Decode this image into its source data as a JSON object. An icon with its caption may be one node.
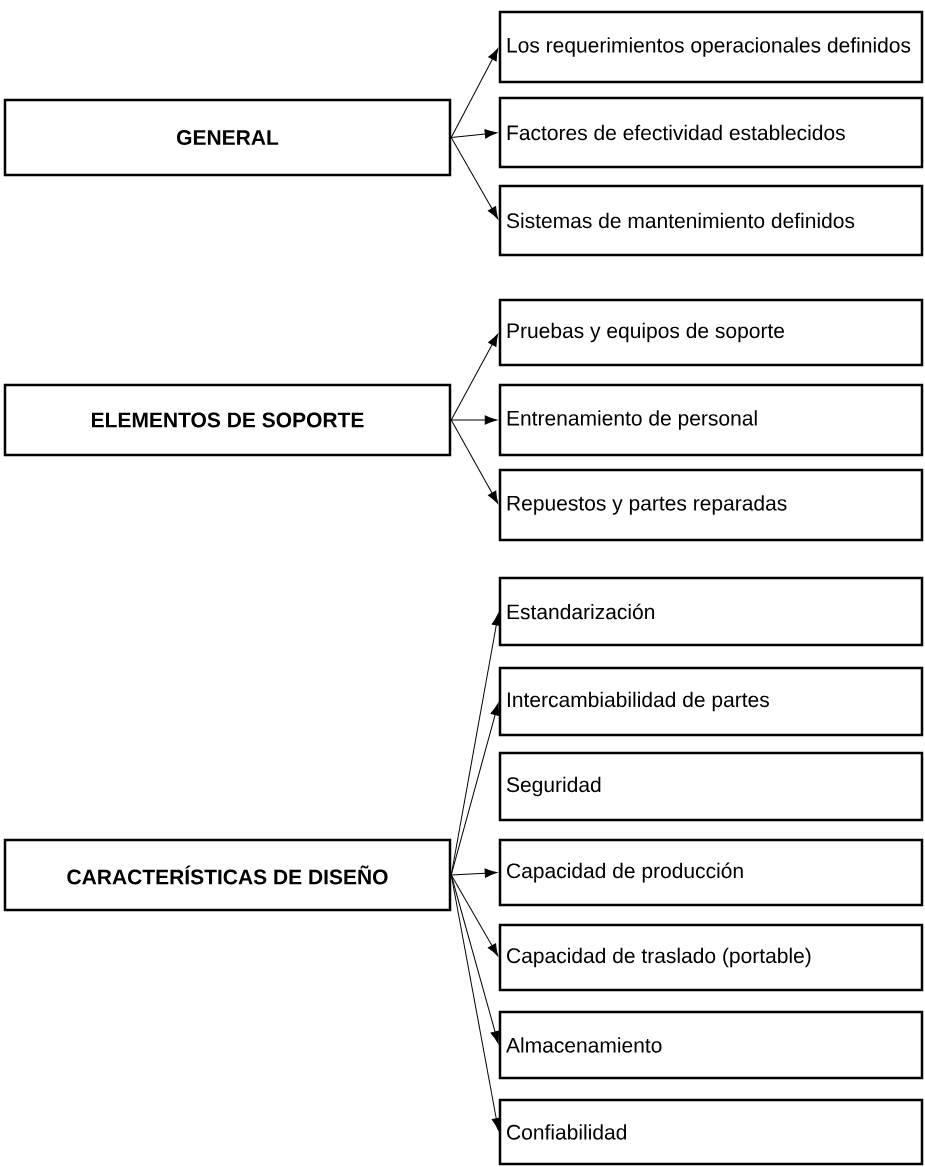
{
  "diagram": {
    "nodes": [
      {
        "text": [
          "GENERAL"
        ]
      },
      {
        "text": [
          "Los requerimientos operacionales definidos"
        ]
      },
      {
        "text": [
          "Factores de efectividad establecidos"
        ]
      },
      {
        "text": [
          "Sistemas de mantenimiento definidos"
        ]
      },
      {
        "text": [
          "ELEMENTOS DE SOPORTE"
        ]
      },
      {
        "text": [
          "Pruebas y equipos de soporte"
        ]
      },
      {
        "text": [
          "Entrenamiento de personal"
        ]
      },
      {
        "text": [
          "Repuestos y partes reparadas"
        ]
      },
      {
        "text": [
          "CARACTERÍSTICAS DE DISEÑO"
        ]
      },
      {
        "text": [
          "Estandarización"
        ]
      },
      {
        "text": [
          "Intercambiabilidad de partes"
        ]
      },
      {
        "text": [
          "Seguridad"
        ]
      },
      {
        "text": [
          "Capacidad de producción"
        ]
      },
      {
        "text": [
          "Capacidad de traslado (portable)"
        ]
      },
      {
        "text": [
          "Almacenamiento"
        ]
      },
      {
        "text": [
          "Confiabilidad"
        ]
      }
    ],
    "edges": [
      {
        "from": 0,
        "to": 1,
        "arrow": "to"
      },
      {
        "from": 0,
        "to": 2,
        "arrow": "to"
      },
      {
        "from": 0,
        "to": 3,
        "arrow": "to"
      },
      {
        "from": 4,
        "to": 5,
        "arrow": "to"
      },
      {
        "from": 4,
        "to": 6,
        "arrow": "to"
      },
      {
        "from": 4,
        "to": 7,
        "arrow": "to"
      },
      {
        "from": 8,
        "to": 9,
        "arrow": "to"
      },
      {
        "from": 8,
        "to": 10,
        "arrow": "to"
      },
      {
        "from": 8,
        "to": 12,
        "arrow": "to"
      },
      {
        "from": 8,
        "to": 13,
        "arrow": "to"
      },
      {
        "from": 8,
        "to": 14,
        "arrow": "to"
      },
      {
        "from": 8,
        "to": 15,
        "arrow": "to"
      }
    ]
  }
}
